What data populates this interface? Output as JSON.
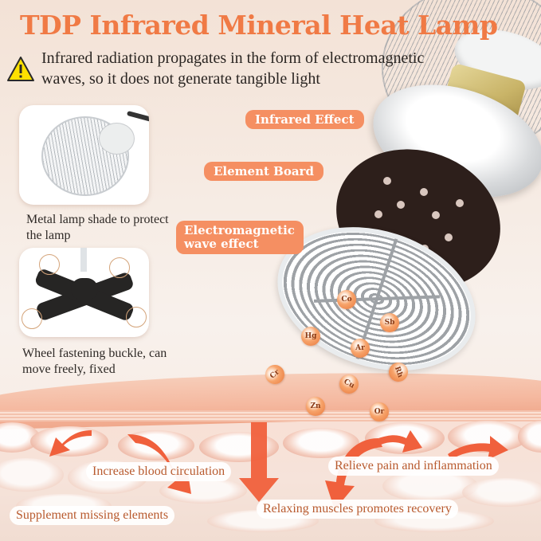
{
  "header": {
    "title": "TDP Infrared Mineral Heat Lamp",
    "warning_icon": "warning-triangle-icon",
    "warning_text": "Infrared radiation propagates in the form of electromagnetic waves, so it does not generate tangible light"
  },
  "features": [
    {
      "image": "metal-lamp-shade-photo",
      "caption": "Metal lamp shade to protect the lamp"
    },
    {
      "image": "wheeled-base-photo",
      "caption": "Wheel fastening buckle, can move freely, fixed"
    }
  ],
  "component_labels": {
    "infrared": "Infrared Effect",
    "board": "Element Board",
    "electromagnetic": "Electromagnetic wave effect"
  },
  "minerals": [
    "Co",
    "Sb",
    "Hg",
    "Ar",
    "Rh",
    "Cr",
    "Cu",
    "Zn",
    "Or"
  ],
  "benefits": {
    "circulation": "Increase blood circulation",
    "pain": "Relieve pain and inflammation",
    "supplement": "Supplement missing elements",
    "relax": "Relaxing muscles promotes recovery"
  },
  "colors": {
    "title": "#f07a45",
    "pill": "#f58f62",
    "benefit_text": "#b85a2e",
    "background": "#f6ebe3",
    "element_board": "#2d1f1b"
  }
}
